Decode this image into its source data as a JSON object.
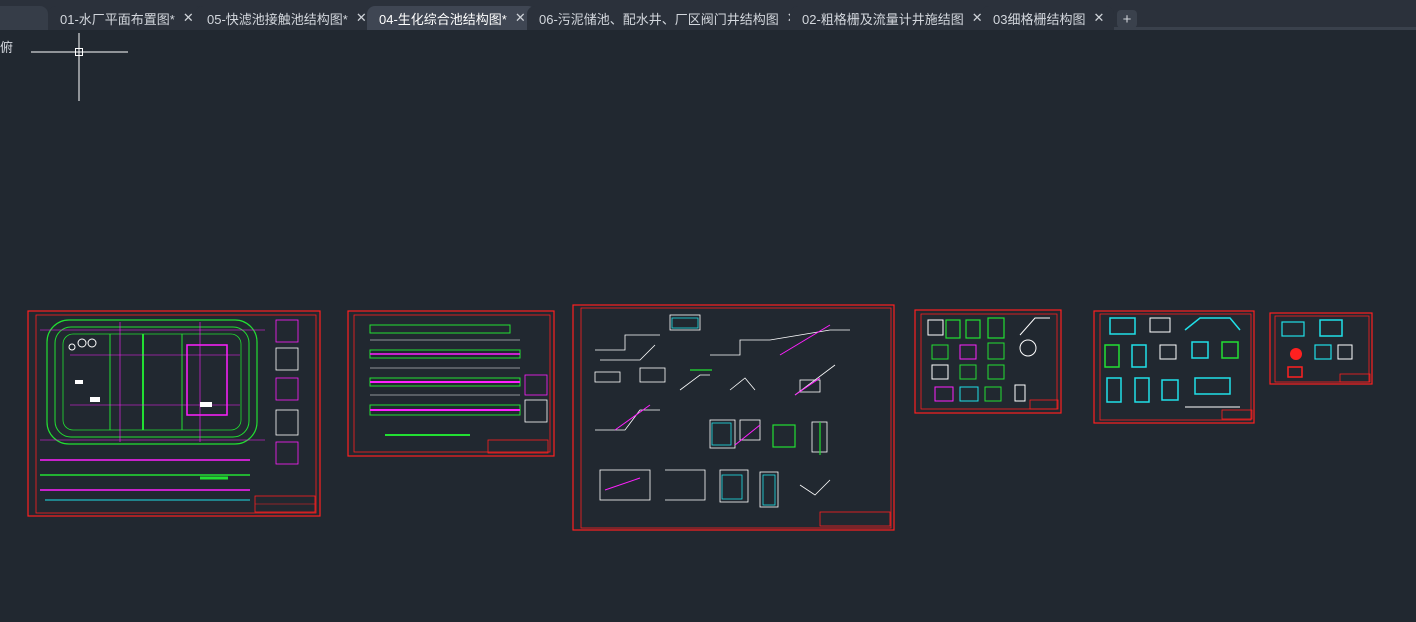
{
  "tabs": [
    {
      "label": ""
    },
    {
      "label": "01-水厂平面布置图*"
    },
    {
      "label": "05-快滤池接触池结构图*"
    },
    {
      "label": "04-生化综合池结构图*",
      "active": true
    },
    {
      "label": "06-污泥储池、配水井、厂区阀门井结构图"
    },
    {
      "label": "02-粗格栅及流量计井施结图"
    },
    {
      "label": "03细格栅结构图"
    }
  ],
  "close_glyph": "✕",
  "add_glyph": "+",
  "viewport_label": "俯",
  "colors": {
    "background": "#212830",
    "frame": "#ff2020",
    "green": "#22e032",
    "magenta": "#ff20ff",
    "cyan": "#20e0e8",
    "white": "#ffffff"
  }
}
